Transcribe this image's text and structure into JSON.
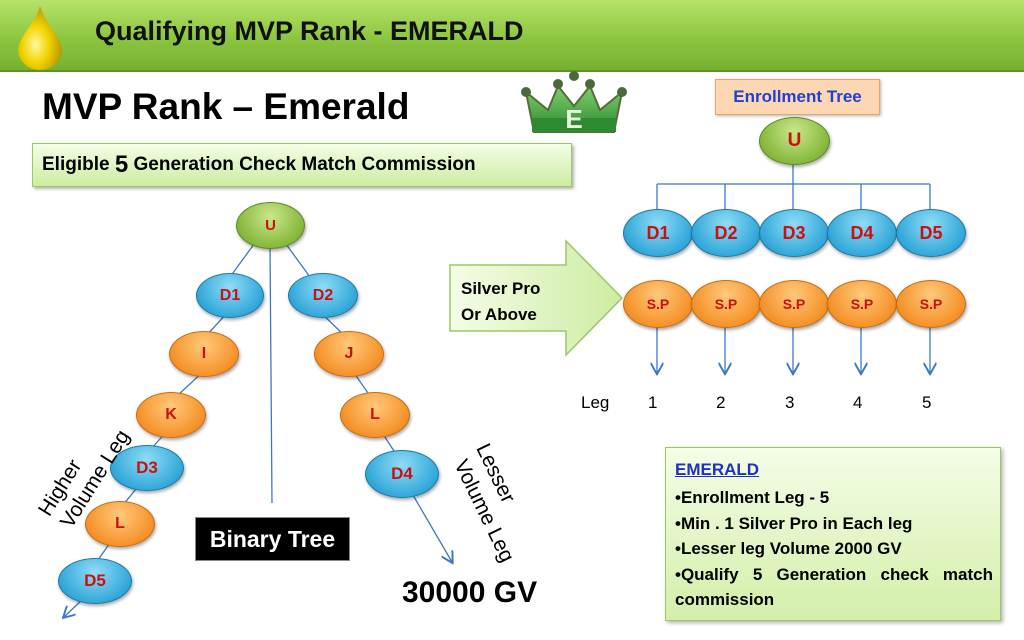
{
  "header": {
    "title": "Qualifying MVP Rank -  EMERALD"
  },
  "rank_title": "MVP Rank  –  Emerald",
  "crown": {
    "letter": "E"
  },
  "eligible": {
    "prefix": "Eligible ",
    "number": "5",
    "suffix": " Generation Check Match Commission"
  },
  "binary_tree": {
    "root": "U",
    "left_leg": [
      "D1",
      "I",
      "K",
      "D3",
      "L",
      "D5"
    ],
    "right_leg": [
      "D2",
      "J",
      "L",
      "D4"
    ],
    "label": "Binary Tree",
    "higher_label": [
      "Higher",
      "Volume Leg"
    ],
    "lesser_label": [
      "Lesser",
      "Volume  Leg"
    ],
    "gv": "30000 GV"
  },
  "enrollment_tree": {
    "label": "Enrollment Tree",
    "root": "U",
    "directs": [
      "D1",
      "D2",
      "D3",
      "D4",
      "D5"
    ],
    "sp": [
      "S.P",
      "S.P",
      "S.P",
      "S.P",
      "S.P"
    ],
    "silver_text": [
      "Silver Pro",
      "Or Above"
    ],
    "leg_label": "Leg",
    "legs": [
      "1",
      "2",
      "3",
      "4",
      "5"
    ]
  },
  "emerald_box": {
    "heading": "EMERALD",
    "items": [
      "•Enrollment Leg -  5",
      "•Min . 1 Silver Pro  in  Each  leg",
      "•Lesser leg Volume 2000 GV",
      "•Qualify 5 Generation check match commission"
    ]
  },
  "colors": {
    "header_green": "#8cc63f",
    "node_blue": "#33a8d9",
    "node_orange": "#f5922a",
    "node_green": "#86b83c",
    "label_red": "#cc1010",
    "link_blue": "#2040d0"
  }
}
